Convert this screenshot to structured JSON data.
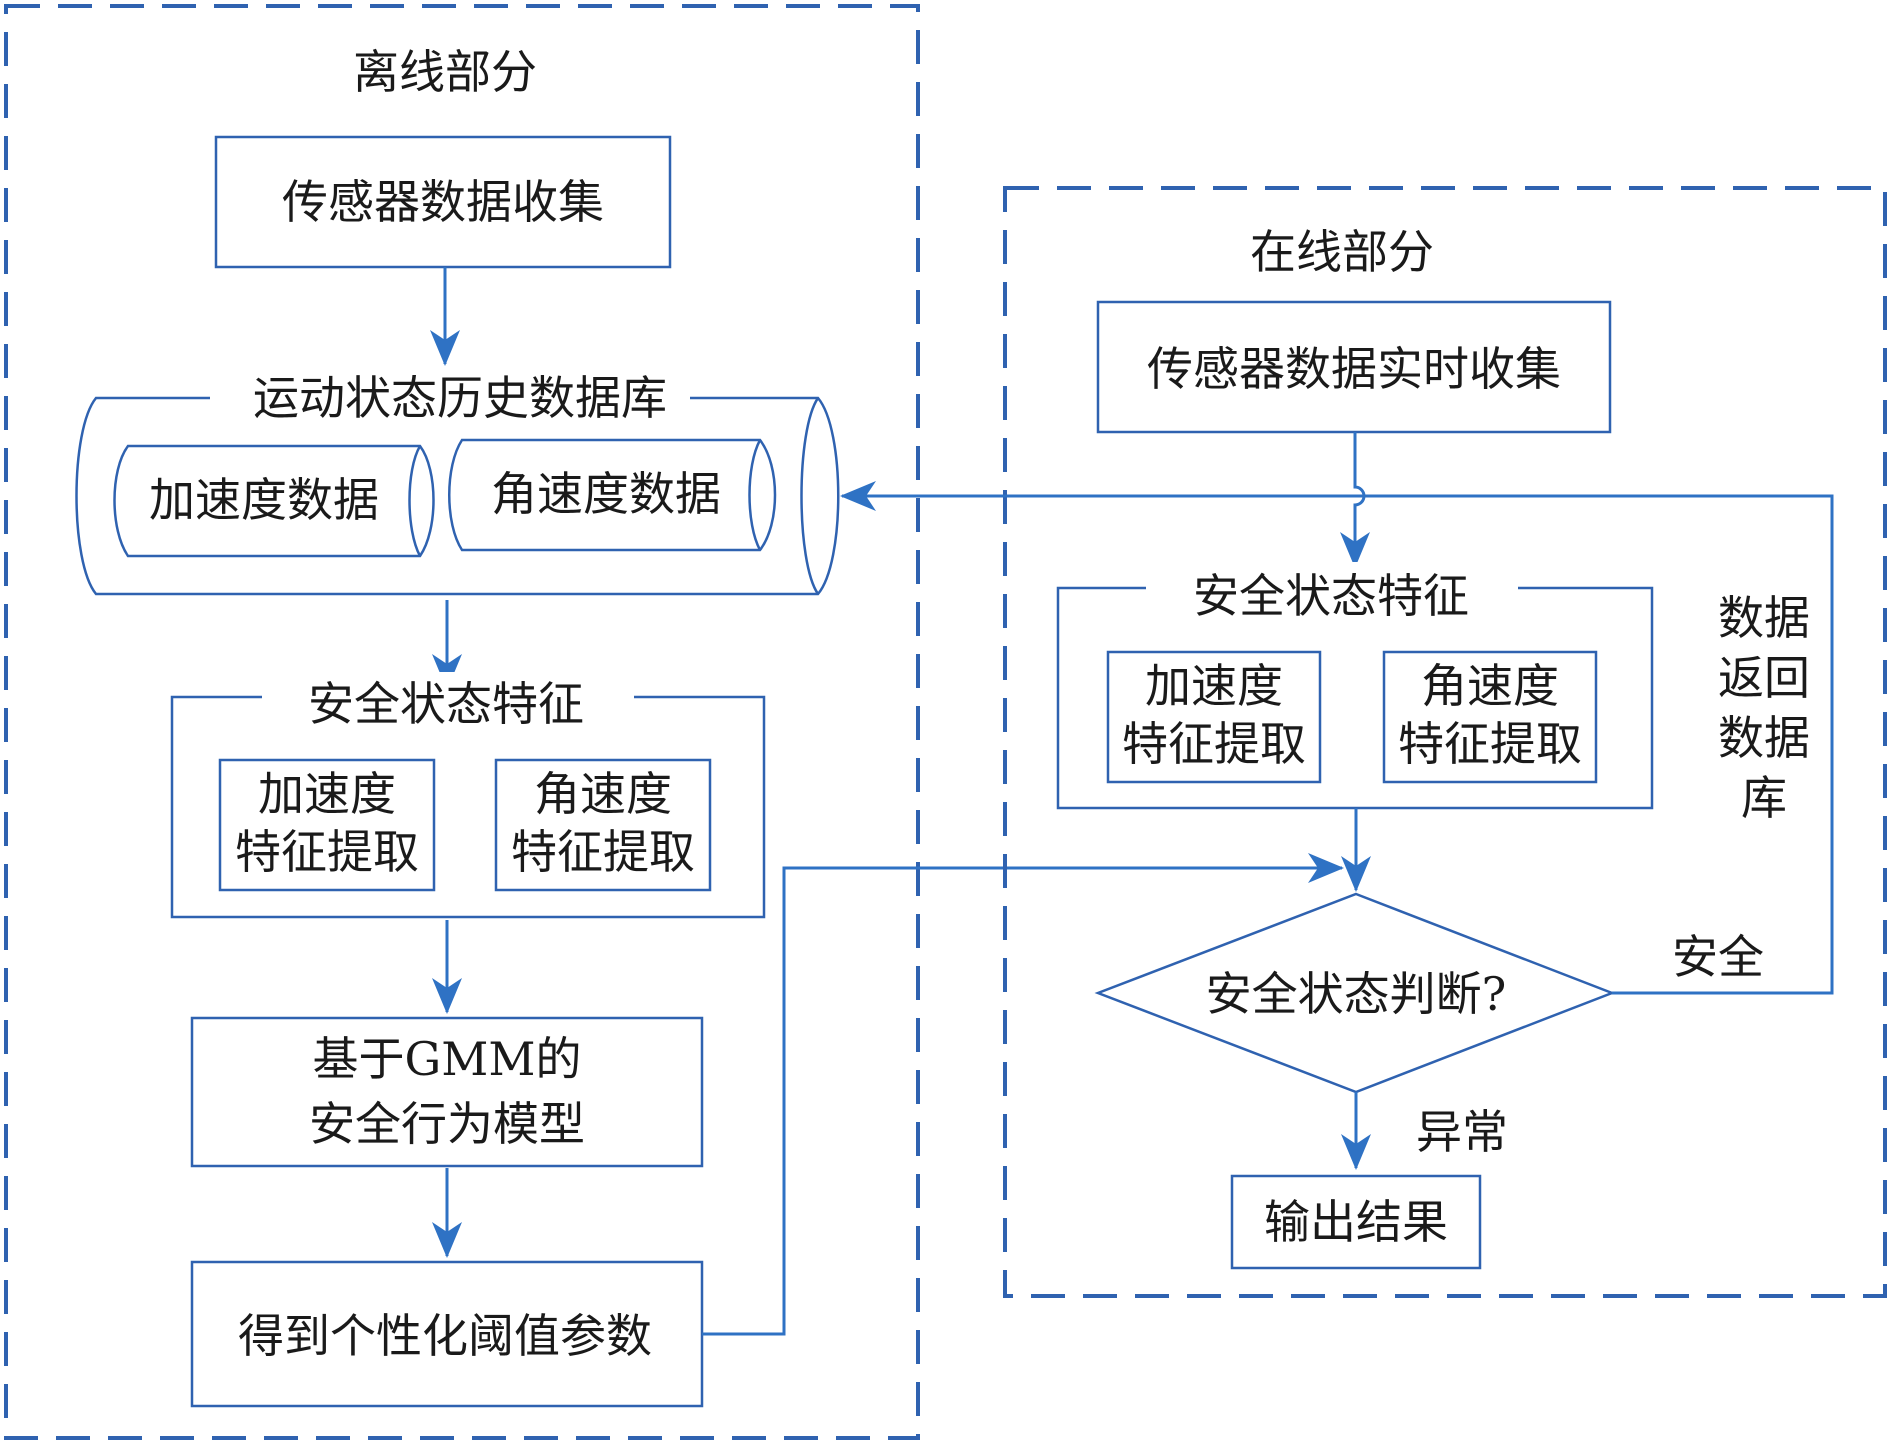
{
  "offline": {
    "title": "离线部分",
    "collect": "传感器数据收集",
    "database": {
      "title": "运动状态历史数据库",
      "acc": "加速度数据",
      "ang": "角速度数据"
    },
    "features": {
      "title": "安全状态特征",
      "acc": [
        "加速度",
        "特征提取"
      ],
      "ang": [
        "角速度",
        "特征提取"
      ]
    },
    "model": [
      "基于GMM的",
      "安全行为模型"
    ],
    "threshold": "得到个性化阈值参数"
  },
  "online": {
    "title": "在线部分",
    "collect": "传感器数据实时收集",
    "features": {
      "title": "安全状态特征",
      "acc": [
        "加速度",
        "特征提取"
      ],
      "ang": [
        "角速度",
        "特征提取"
      ]
    },
    "decision": "安全状态判断?",
    "safe_label": "安全",
    "abnormal_label": "异常",
    "output": "输出结果",
    "return_label": [
      "数据",
      "返回",
      "数据",
      "库"
    ]
  },
  "colors": {
    "line": "#2f62b0",
    "arrow": "#2f72c4",
    "text": "#1a1a1a"
  }
}
